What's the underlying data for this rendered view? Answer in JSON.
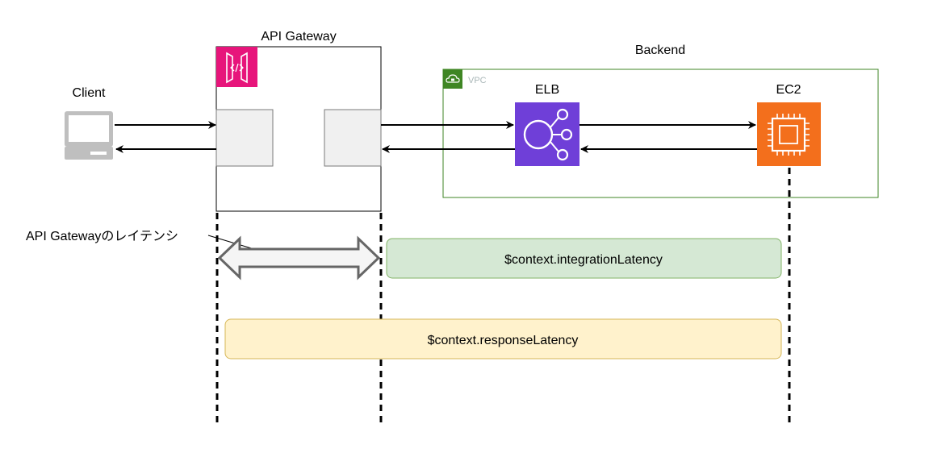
{
  "labels": {
    "client": "Client",
    "api_gateway": "API Gateway",
    "backend": "Backend",
    "vpc": "VPC",
    "elb": "ELB",
    "ec2": "EC2",
    "api_gateway_latency": "API Gatewayのレイテンシ"
  },
  "metrics": {
    "integration_latency": "$context.integrationLatency",
    "response_latency": "$context.responseLatency"
  },
  "colors": {
    "api_gateway_icon": "#e7157b",
    "elb_icon": "#6f3fd8",
    "ec2_icon": "#f36f1c",
    "vpc_border": "#3f8624",
    "integration_fill": "#d5e8d4",
    "integration_stroke": "#82b366",
    "response_fill": "#fff2cc",
    "response_stroke": "#d6b656"
  },
  "icons": {
    "client": "desktop-computer-icon",
    "api_gateway": "api-gateway-icon",
    "vpc": "vpc-cloud-lock-icon",
    "elb": "load-balancer-icon",
    "ec2": "ec2-instance-icon"
  }
}
